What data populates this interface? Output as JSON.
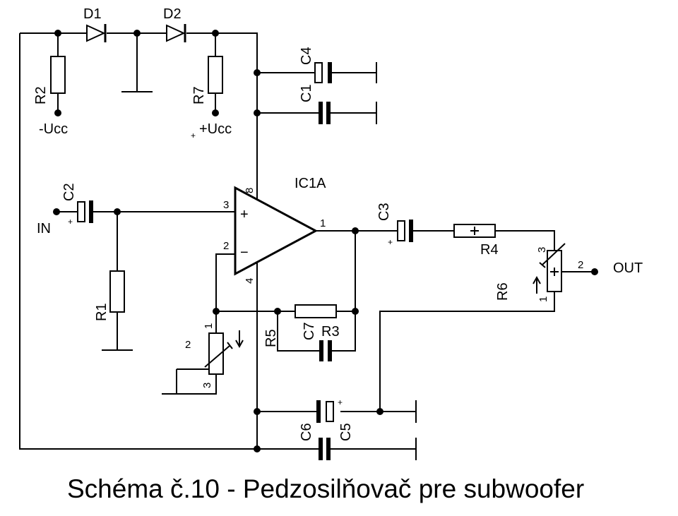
{
  "caption": "Schéma č.10 - Pedzosilňovač pre subwoofer",
  "labels": {
    "D1": "D1",
    "D2": "D2",
    "R2": "R2",
    "R7": "R7",
    "Ucc_neg": "-Ucc",
    "Ucc_pos": "+Ucc",
    "plus_sign": "+",
    "C4": "C4",
    "C1": "C1",
    "IC1A": "IC1A",
    "C2": "C2",
    "IN": "IN",
    "R1": "R1",
    "pin8": "8",
    "pin3": "3",
    "pin2": "2",
    "pin4": "4",
    "pin1": "1",
    "C3": "C3",
    "R4": "R4",
    "R6": "R6",
    "OUT": "OUT",
    "r6_pin3": "3",
    "r6_pin2": "2",
    "r6_pin1": "1",
    "R5": "R5",
    "C7": "C7",
    "R3": "R3",
    "pot_pin1": "1",
    "pot_pin2": "2",
    "pot_pin3": "3",
    "C6": "C6",
    "C5": "C5",
    "op_plus": "+",
    "op_minus": "−"
  }
}
